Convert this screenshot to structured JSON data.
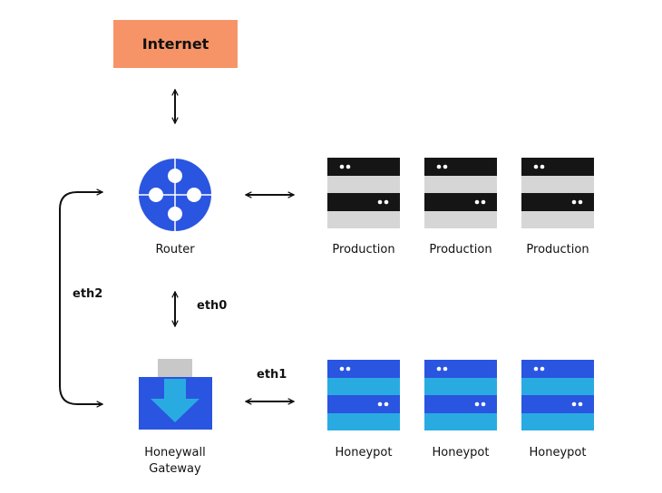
{
  "internet": {
    "label": "Internet"
  },
  "router": {
    "label": "Router"
  },
  "gateway": {
    "label_line1": "Honeywall",
    "label_line2": "Gateway"
  },
  "links": {
    "eth0": "eth0",
    "eth1": "eth1",
    "eth2": "eth2"
  },
  "production_servers": [
    {
      "label": "Production"
    },
    {
      "label": "Production"
    },
    {
      "label": "Production"
    }
  ],
  "honeypot_servers": [
    {
      "label": "Honeypot"
    },
    {
      "label": "Honeypot"
    },
    {
      "label": "Honeypot"
    }
  ],
  "colors": {
    "internet_fill": "#f79467",
    "router_blue": "#2a55e0",
    "production_dark": "#151515",
    "production_light": "#d6d6d6",
    "honeypot_dark": "#2a55e0",
    "honeypot_light": "#29abe2",
    "gateway_gray": "#c8c8c8",
    "gateway_arrow": "#29abe2"
  }
}
